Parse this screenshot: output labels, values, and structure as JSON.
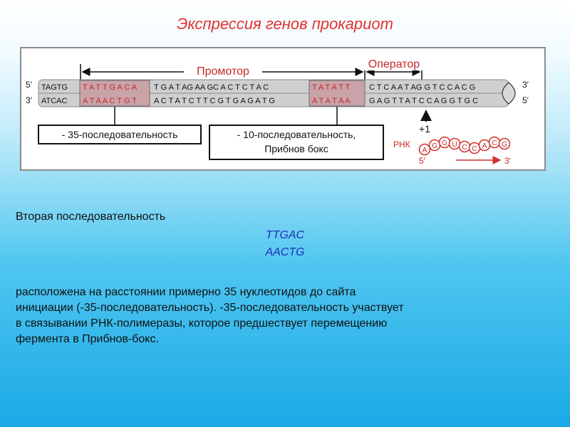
{
  "title": "Экспрессия генов прокариот",
  "diagram": {
    "promoter_label": "Промотор",
    "operator_label": "Оператор",
    "top_strand": {
      "end5": "5′",
      "end3": "3′",
      "left": "TAGTG",
      "box35": "T A T T G A C A",
      "spacer": "T G A T  AG  AA GC A  C T C T A C",
      "box10": "T A T A T T",
      "operator": "C T C A A T AG  G T C C A C G"
    },
    "bottom_strand": {
      "end3": "3′",
      "end5": "5′",
      "left": "ATCAC",
      "box35": "A T A A C T G T",
      "spacer": "A C T A T C T T C G T G A G A T G",
      "box10": "A T A T A A",
      "operator": "G A G T T A T C C A G G T G C"
    },
    "box35_label": "- 35-последовательность",
    "box10_label_line1": "- 10-последовательность,",
    "box10_label_line2": "Прибнов бокс",
    "start_label": "+1",
    "rna_label": "РНК",
    "rna_bases": [
      "A",
      "G",
      "G",
      "U",
      "C",
      "C",
      "A",
      "C",
      "G"
    ],
    "rna_end5": "5′",
    "rna_end3": "3′"
  },
  "text": {
    "intro": "Вторая последовательность",
    "seq1": "TTGAC",
    "seq2": "AACTG",
    "paragraph_line1": "расположена на расстоянии примерно 35 нуклеотидов до сайта",
    "paragraph_line2": "инициации (-35-последовательность). -35-последовательность участвует",
    "paragraph_line3": "в связывании РНК-полимеразы, которое предшествует перемещению",
    "paragraph_line4": "фермента в Прибнов-бокс."
  }
}
